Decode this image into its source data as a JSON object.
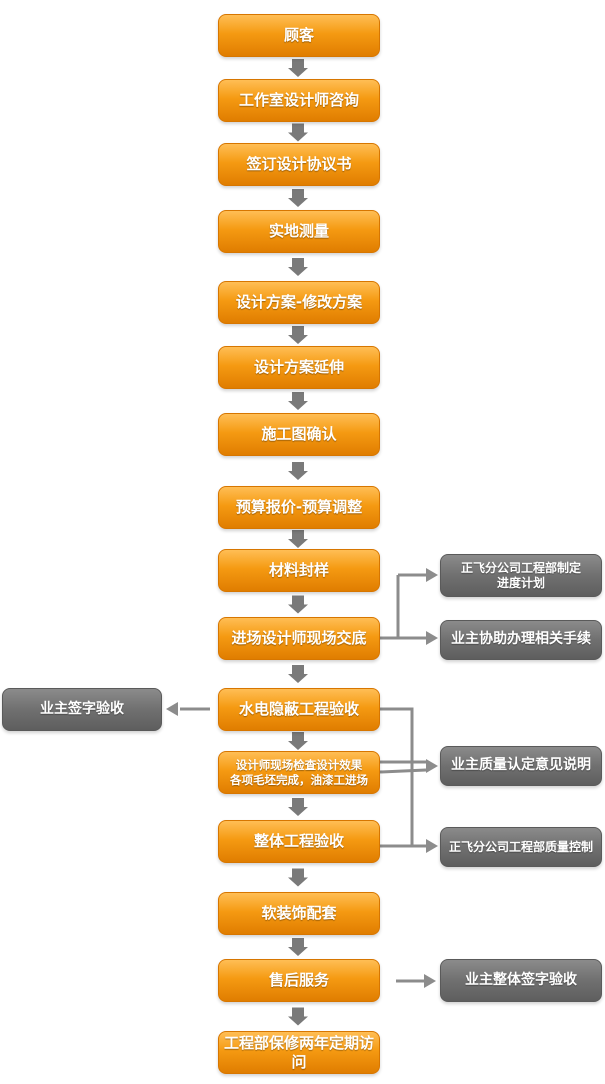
{
  "colors": {
    "primary": "#f59a12",
    "secondary": "#707070",
    "connector": "#8c8c8c",
    "text": "#ffffff"
  },
  "main_steps": [
    "顾客",
    "工作室设计师咨询",
    "签订设计协议书",
    "实地测量",
    "设计方案-修改方案",
    "设计方案延伸",
    "施工图确认",
    "预算报价-预算调整",
    "材料封样",
    "进场设计师现场交底",
    "水电隐蔽工程验收",
    "设计师现场检查设计效果\n各项毛坯完成，油漆工进场",
    "整体工程验收",
    "软装饰配套",
    "售后服务",
    "工程部保修两年定期访问"
  ],
  "side_left": "业主签字验收",
  "side_right": [
    "正飞分公司工程部制定\n进度计划",
    "业主协助办理相关手续",
    "业主质量认定意见说明",
    "正飞分公司工程部质量控制",
    "业主整体签字验收"
  ]
}
